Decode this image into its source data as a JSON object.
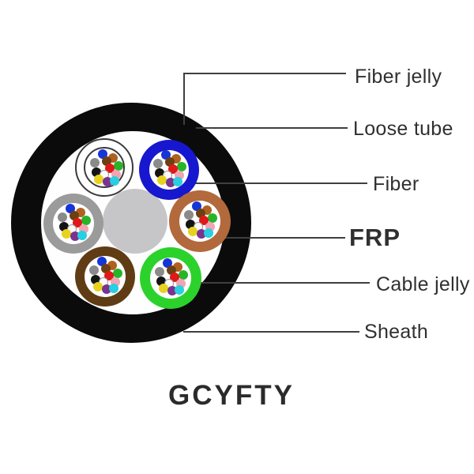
{
  "title": "GCYFTY",
  "callouts": [
    {
      "id": "fiber-jelly",
      "label": "Fiber jelly"
    },
    {
      "id": "loose-tube",
      "label": "Loose tube"
    },
    {
      "id": "fiber",
      "label": "Fiber"
    },
    {
      "id": "frp",
      "label": "FRP"
    },
    {
      "id": "cable-jelly",
      "label": "Cable jelly"
    },
    {
      "id": "sheath",
      "label": "Sheath"
    }
  ],
  "line_color": "#3f3f3f",
  "text_color": "#303030",
  "cable": {
    "type": "fiber-optic-cable-cross-section",
    "sheath_color": "#0b0b0b",
    "interior_color": "#fefefe",
    "frp_color": "#c6c6c8",
    "tube_count": 6,
    "fibers_per_tube": 12,
    "tubes": [
      {
        "name": "white",
        "ring_hex": "#ffffff",
        "outline": true
      },
      {
        "name": "blue",
        "ring_hex": "#1717d0"
      },
      {
        "name": "gray",
        "ring_hex": "#9b9b9b"
      },
      {
        "name": "orange-brown",
        "ring_hex": "#b2693c"
      },
      {
        "name": "dark-brown",
        "ring_hex": "#603c14"
      },
      {
        "name": "green",
        "ring_hex": "#2cd22c"
      }
    ],
    "fiber_colors": [
      {
        "name": "blue",
        "hex": "#1535d8"
      },
      {
        "name": "orange",
        "hex": "#b06020"
      },
      {
        "name": "slate",
        "hex": "#8a8a8a"
      },
      {
        "name": "brown",
        "hex": "#6b4012"
      },
      {
        "name": "green",
        "hex": "#28b428"
      },
      {
        "name": "red",
        "hex": "#e01818"
      },
      {
        "name": "black",
        "hex": "#141414"
      },
      {
        "name": "white",
        "hex": "#fafafa",
        "outline": "#999999"
      },
      {
        "name": "rose",
        "hex": "#f0a4b4"
      },
      {
        "name": "yellow",
        "hex": "#e8d21e"
      },
      {
        "name": "violet",
        "hex": "#7b3390"
      },
      {
        "name": "aqua",
        "hex": "#27cfe0"
      }
    ]
  }
}
